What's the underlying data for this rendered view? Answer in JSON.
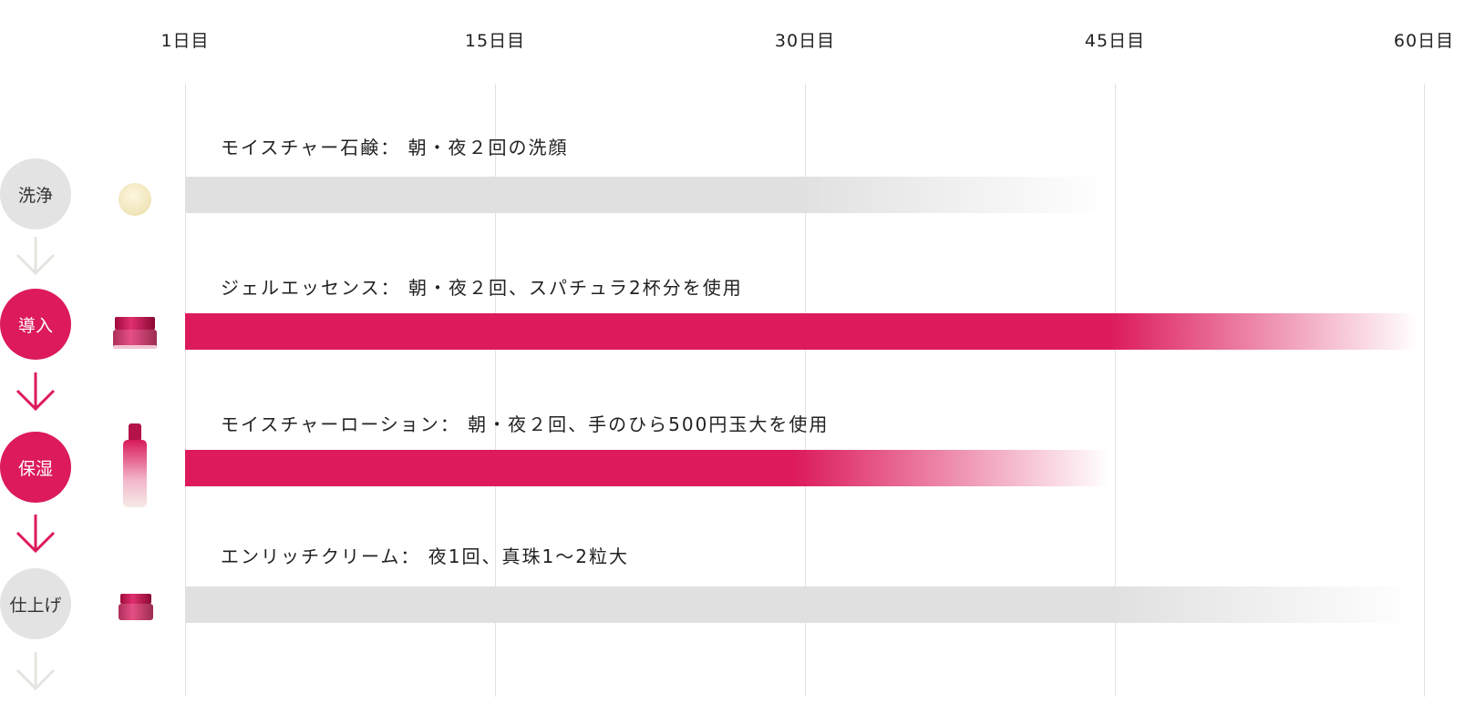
{
  "timeline": {
    "day_labels": [
      "1日目",
      "15日目",
      "30日目",
      "45日目",
      "60日目"
    ]
  },
  "steps": [
    {
      "label": "洗浄",
      "state": "inactive"
    },
    {
      "label": "導入",
      "state": "active"
    },
    {
      "label": "保湿",
      "state": "active"
    },
    {
      "label": "仕上げ",
      "state": "inactive"
    }
  ],
  "products": [
    {
      "name": "モイスチャー石鹸",
      "usage": "朝・夜２回の洗顔",
      "icon": "soap-icon",
      "bar_color": "#e0e0e0",
      "solid_until_day": 30,
      "fade_until_day": 45
    },
    {
      "name": "ジェルエッセンス",
      "usage": "朝・夜２回、スパチュラ2杯分を使用",
      "icon": "jar-icon",
      "bar_color": "#dc1a5c",
      "solid_until_day": 45,
      "fade_until_day": 60
    },
    {
      "name": "モイスチャーローション",
      "usage": "朝・夜２回、手のひら500円玉大を使用",
      "icon": "bottle-icon",
      "bar_color": "#dc1a5c",
      "solid_until_day": 30,
      "fade_until_day": 45
    },
    {
      "name": "エンリッチクリーム",
      "usage": "夜1回、真珠1〜2粒大",
      "icon": "jar-icon",
      "bar_color": "#e0e0e0",
      "solid_until_day": 45,
      "fade_until_day": 60
    }
  ],
  "label_separator": "： ",
  "colors": {
    "accent": "#dc1a5c",
    "neutral": "#e0e0e0",
    "arrow_neutral": "#e6e4df"
  }
}
